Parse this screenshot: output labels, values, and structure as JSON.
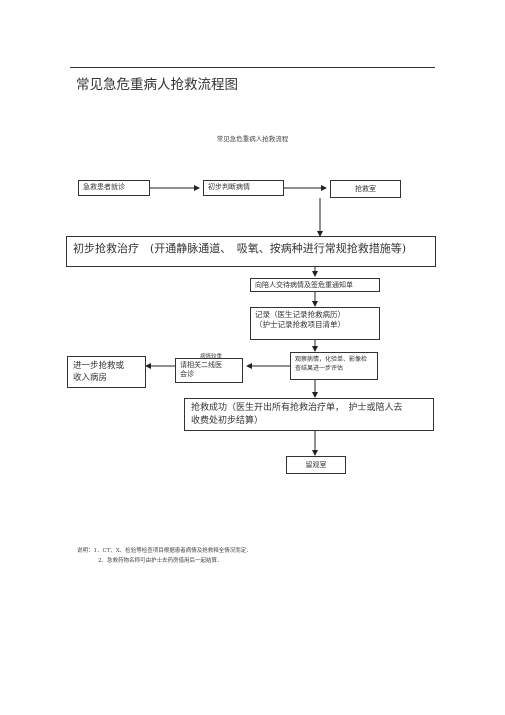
{
  "document": {
    "title": "常见急危重病人抢救流程图",
    "chart_title": "常见急危重病人抢救流程"
  },
  "flow": {
    "step_arrive": "急救患者就诊",
    "step_judge": "初步判断病情",
    "step_room": "抢救室",
    "step_initial_treatment": "初步抢救治疗　(开通静脉通道、　吸氧、按病种进行常规抢救措施等)",
    "step_notify": "向陪人交待病情及签危重通知单",
    "step_record_line1": "记录（医生记录抢救病历）",
    "step_record_line2": "（护士记录抢救项目清单）",
    "step_observe_line1": "观察病情，化验单、影像检",
    "step_observe_line2": "查结果进一步评估",
    "label_condition_stable": "病情较重",
    "step_consult_line1": "请相关二线医",
    "step_consult_line2": "会诊",
    "step_further_line1": "进一步抢救或",
    "step_further_line2": "收入病房",
    "step_success_line1": "抢救成功（医生开出所有抢救治疗单，　护士或陪人去",
    "step_success_line2": "收费处初步结算）",
    "step_observation_room": "留观室"
  },
  "notes": {
    "line1": "说明：1．CT、X、检验等检查项目根据患者病情及抢救释全情况而定．",
    "line2": "2．急救药物名称可由护士去药房借用后一起结算．"
  }
}
